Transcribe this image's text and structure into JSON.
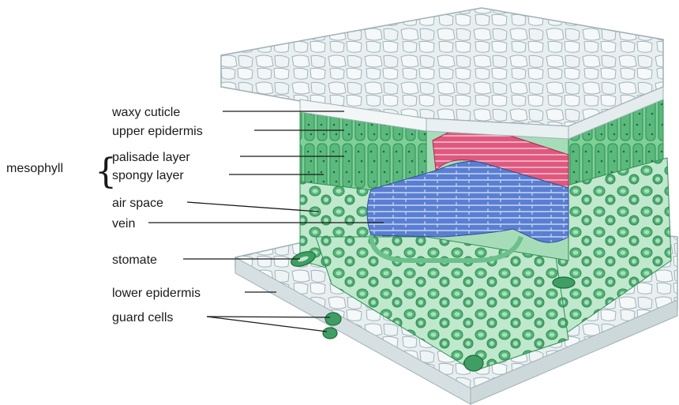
{
  "diagram": {
    "labels": {
      "waxy_cuticle": "waxy cuticle",
      "upper_epidermis": "upper epidermis",
      "mesophyll": "mesophyll",
      "palisade_layer": "palisade layer",
      "spongy_layer": "spongy layer",
      "air_space": "air space",
      "vein": "vein",
      "stomate": "stomate",
      "lower_epidermis": "lower epidermis",
      "guard_cells": "guard cells"
    },
    "colors": {
      "epidermis": "#e6eef0",
      "cell_outline": "#9fb0b5",
      "mesophyll_green": "#4fae72",
      "mesophyll_light": "#8fd3a6",
      "vein_blue": "#4f74c9",
      "vein_red": "#d9466f",
      "leader_line": "#1a1a1a"
    }
  }
}
